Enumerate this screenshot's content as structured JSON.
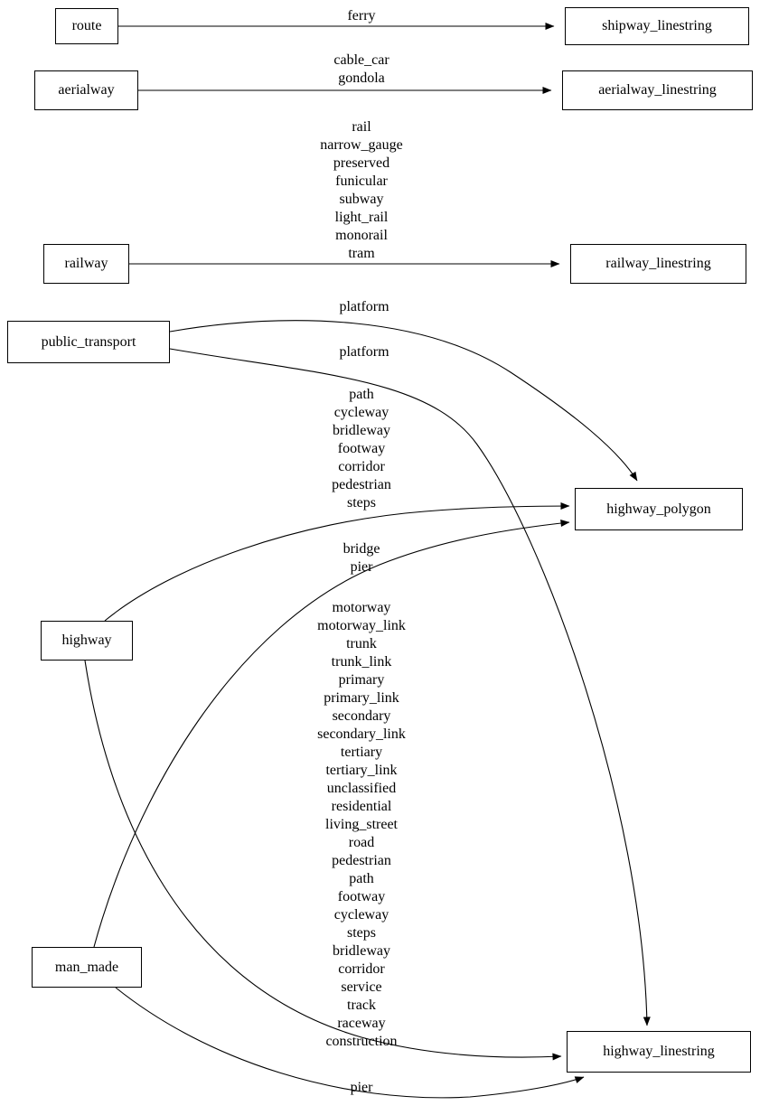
{
  "diagram": {
    "title": "OSM tag to layer mapping graph",
    "type": "directed-graph",
    "nodes": [
      {
        "id": "route",
        "label": "route"
      },
      {
        "id": "aerialway",
        "label": "aerialway"
      },
      {
        "id": "railway",
        "label": "railway"
      },
      {
        "id": "public_transport",
        "label": "public_transport"
      },
      {
        "id": "highway",
        "label": "highway"
      },
      {
        "id": "man_made",
        "label": "man_made"
      },
      {
        "id": "shipway_linestring",
        "label": "shipway_linestring"
      },
      {
        "id": "aerialway_linestring",
        "label": "aerialway_linestring"
      },
      {
        "id": "railway_linestring",
        "label": "railway_linestring"
      },
      {
        "id": "highway_polygon",
        "label": "highway_polygon"
      },
      {
        "id": "highway_linestring",
        "label": "highway_linestring"
      }
    ],
    "edges": [
      {
        "from": "route",
        "to": "shipway_linestring",
        "label": "ferry"
      },
      {
        "from": "aerialway",
        "to": "aerialway_linestring",
        "label": "cable_car\ngondola"
      },
      {
        "from": "railway",
        "to": "railway_linestring",
        "label": "rail\nnarrow_gauge\npreserved\nfunicular\nsubway\nlight_rail\nmonorail\ntram"
      },
      {
        "from": "public_transport",
        "to": "highway_polygon",
        "label": "platform"
      },
      {
        "from": "public_transport",
        "to": "highway_linestring",
        "label": "platform"
      },
      {
        "from": "highway",
        "to": "highway_polygon",
        "label": "path\ncycleway\nbridleway\nfootway\ncorridor\npedestrian\nsteps"
      },
      {
        "from": "man_made",
        "to": "highway_polygon",
        "label": "bridge\npier"
      },
      {
        "from": "highway",
        "to": "highway_linestring",
        "label": "motorway\nmotorway_link\ntrunk\ntrunk_link\nprimary\nprimary_link\nsecondary\nsecondary_link\ntertiary\ntertiary_link\nunclassified\nresidential\nliving_street\nroad\npedestrian\npath\nfootway\ncycleway\nsteps\nbridleway\ncorridor\nservice\ntrack\nraceway\nconstruction"
      },
      {
        "from": "man_made",
        "to": "highway_linestring",
        "label": "pier"
      }
    ],
    "colors": {
      "stroke": "#000000",
      "background": "#ffffff",
      "text": "#000000"
    }
  }
}
